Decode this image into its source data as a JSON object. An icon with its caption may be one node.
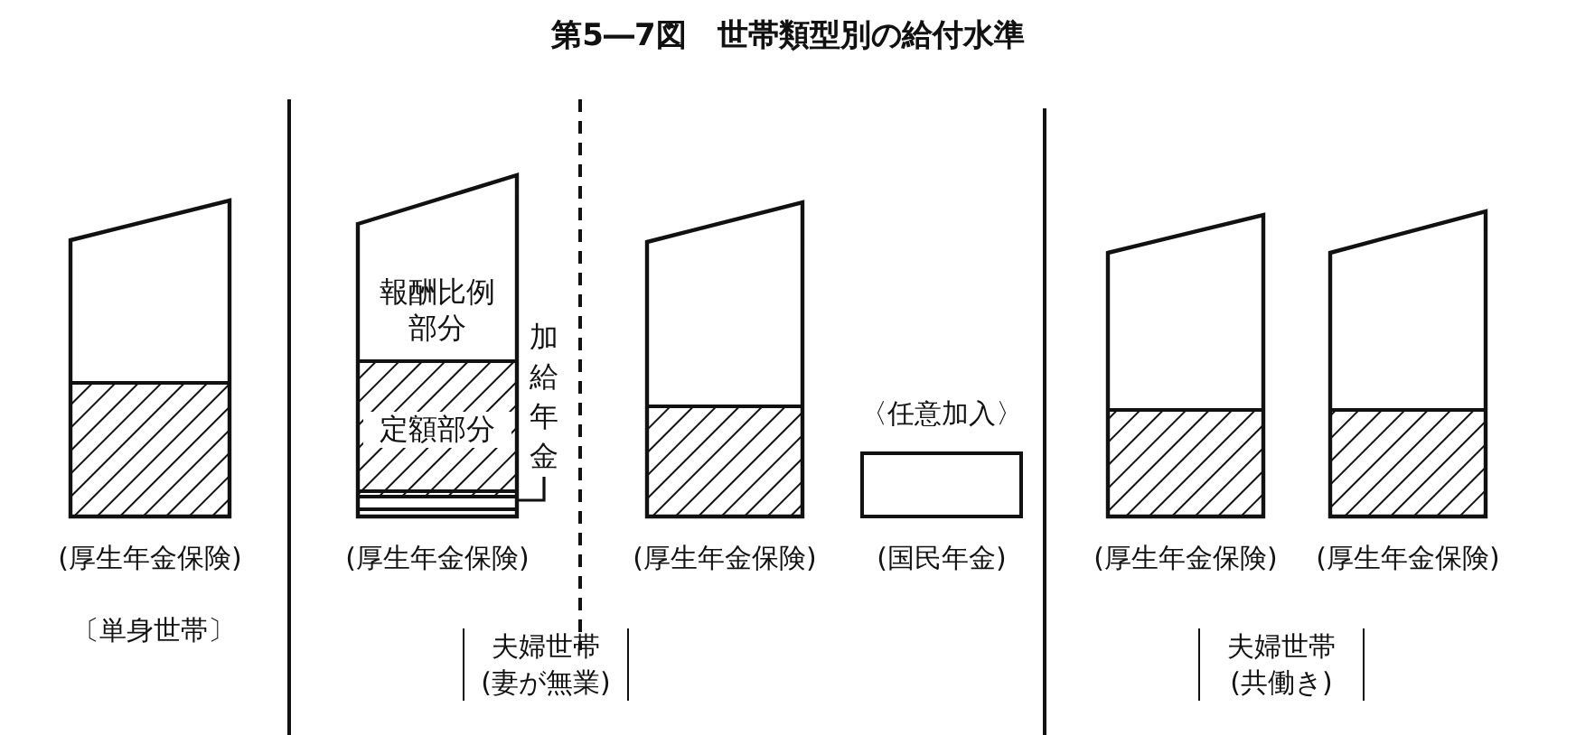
{
  "diagram": {
    "title": "第5―7図　世帯類型別の給付水準",
    "nodes": [
      {
        "text": [],
        "shape": "bar",
        "beside": [
          "(厚生年金保険)"
        ]
      },
      {
        "text": [
          "報酬比例部分",
          "定額部分"
        ],
        "beside": [
          "(厚生年金保険)"
        ]
      },
      {
        "text": [
          "加給年金"
        ]
      },
      {
        "text": [],
        "shape": "box",
        "in": 1
      },
      {
        "text": [],
        "shape": "bar",
        "beside": [
          "(厚生年金保険)"
        ]
      },
      {
        "text": [],
        "shape": "box",
        "beside": [
          "〈任意加入〉",
          "(国民年金)"
        ]
      },
      {
        "text": [],
        "shape": "bar",
        "beside": [
          "(厚生年金保険)"
        ]
      },
      {
        "text": [],
        "shape": "bar",
        "beside": [
          "(厚生年金保険)"
        ]
      }
    ],
    "edges": [
      {
        "from": 2,
        "to": 3,
        "arrow": "none"
      }
    ],
    "labels": [
      "〔単身世帯〕",
      "夫婦世帯(妻が無業)",
      "夫婦世帯(共働き)"
    ]
  }
}
